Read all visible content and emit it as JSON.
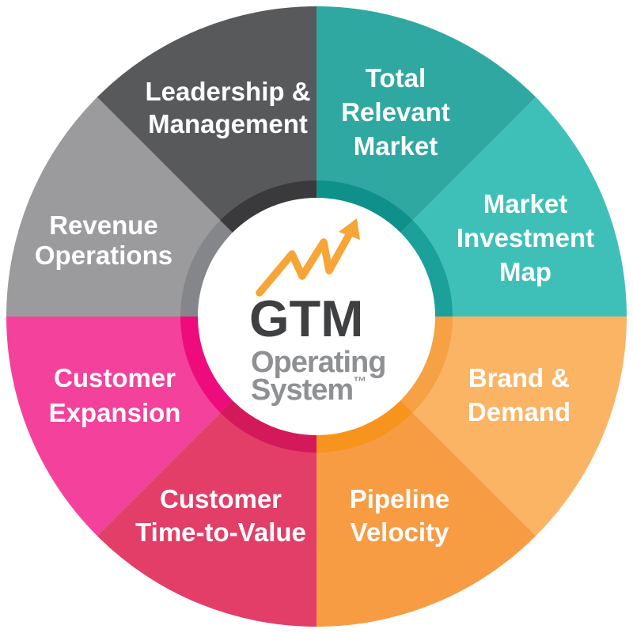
{
  "diagram_title": "GTM Operating System",
  "center": {
    "title": "GTM",
    "subtitle_line1": "Operating",
    "subtitle_line2": "System",
    "trademark": "™",
    "title_color": "#3F4042",
    "subtitle_color": "#8E9093",
    "arrow_color": "#F7A536",
    "circle_color": "#FFFFFF"
  },
  "label_color": "#FFFFFF",
  "segments": [
    {
      "id": "total-relevant-market",
      "label": "Total Relevant Market",
      "lines": [
        "Total",
        "Relevant",
        "Market"
      ],
      "color": "#2FA8A1",
      "ring_color": "#0F908A"
    },
    {
      "id": "market-investment-map",
      "label": "Market Investment Map",
      "lines": [
        "Market",
        "Investment",
        "Map"
      ],
      "color": "#3EC0B9",
      "ring_color": "#1CA09A"
    },
    {
      "id": "brand-demand",
      "label": "Brand & Demand",
      "lines": [
        "Brand &",
        "Demand"
      ],
      "color": "#FBB464",
      "ring_color": "#F5A144"
    },
    {
      "id": "pipeline-velocity",
      "label": "Pipeline Velocity",
      "lines": [
        "Pipeline",
        "Velocity"
      ],
      "color": "#F89C44",
      "ring_color": "#F7941E"
    },
    {
      "id": "customer-time-to-value",
      "label": "Customer Time-to-Value",
      "lines": [
        "Customer",
        "Time-to-Value"
      ],
      "color": "#E23E68",
      "ring_color": "#D3195A"
    },
    {
      "id": "customer-expansion",
      "label": "Customer Expansion",
      "lines": [
        "Customer",
        "Expansion"
      ],
      "color": "#F4419B",
      "ring_color": "#EE0C7D"
    },
    {
      "id": "revenue-operations",
      "label": "Revenue Operations",
      "lines": [
        "Revenue",
        "Operations"
      ],
      "color": "#9B9B9D",
      "ring_color": "#85868A"
    },
    {
      "id": "leadership-management",
      "label": "Leadership & Management",
      "lines": [
        "Leadership &",
        "Management"
      ],
      "color": "#58595B",
      "ring_color": "#3A3A3C"
    }
  ]
}
